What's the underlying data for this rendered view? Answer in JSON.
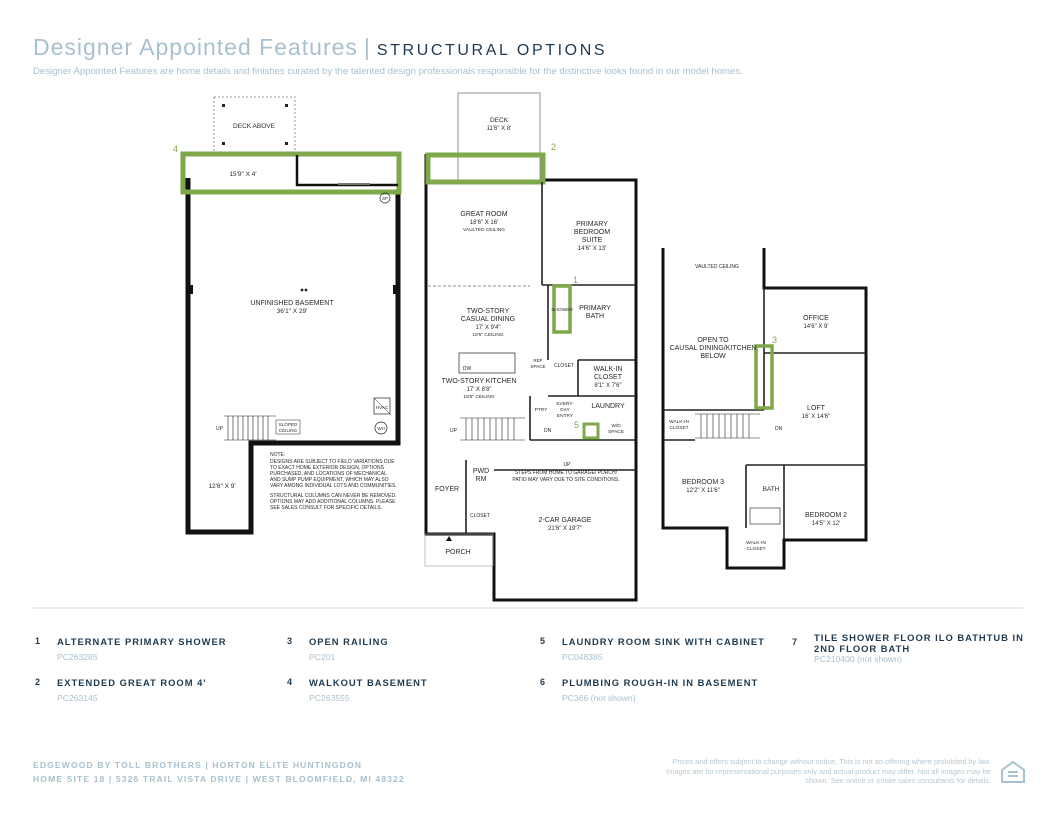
{
  "header": {
    "title": "Designer Appointed Features",
    "divider": "|",
    "section": "STRUCTURAL OPTIONS",
    "subtitle": "Designer Appointed Features are home details and finishes curated by the talented design professionals responsible for the distinctive looks found in our model homes."
  },
  "plan": {
    "basement": {
      "deck_above": "DECK ABOVE",
      "walkout_dim": "15'9\" X 4'",
      "sp": "SP",
      "room": "UNFINISHED BASEMENT",
      "room_dim": "36'1\" X 29'",
      "hvac": "HVAC",
      "wh": "WH",
      "up": "UP",
      "sloped_1": "SLOPED",
      "sloped_2": "CEILING",
      "alcove_dim": "12'6\" X 9'",
      "note": [
        "NOTE:",
        "DESIGNS ARE SUBJECT TO FIELD VARIATIONS DUE",
        "TO EXACT HOME EXTERIOR DESIGN, OPTIONS",
        "PURCHASED, AND LOCATIONS OF MECHANICAL",
        "AND SUMP PUMP EQUIPMENT, WHICH MAY ALSO",
        "VARY AMONG INDIVIDUAL LOTS AND COMMUNITIES.",
        "",
        "STRUCTURAL COLUMNS CAN NEVER BE REMOVED.",
        "OPTIONS MAY ADD ADDITIONAL COLUMNS. PLEASE",
        "SEE SALES CONSULT FOR SPECIFIC DETAILS."
      ]
    },
    "first_floor": {
      "deck": "DECK",
      "deck_dim": "11'6\" X 8'",
      "great_room": "GREAT ROOM",
      "great_room_dim": "18'6\" X 16'",
      "great_room_note": "VAULTED CEILING",
      "primary_1": "PRIMARY",
      "primary_2": "BEDROOM",
      "primary_3": "SUITE",
      "primary_dim": "14'6\" X 13'",
      "casual_1": "TWO-STORY",
      "casual_2": "CASUAL DINING",
      "casual_dim": "17' X 9'4\"",
      "casual_note": "18'5\" CEILING",
      "dw": "DW",
      "kitchen": "TWO-STORY KITCHEN",
      "kitchen_dim": "17' X 8'8\"",
      "kitchen_note": "18'5\" CEILING",
      "shower": "SHOWER",
      "primary_bath_1": "PRIMARY",
      "primary_bath_2": "BATH",
      "ref_1": "REF",
      "ref_2": "SPACE",
      "closet": "CLOSET",
      "walkin_1": "WALK-IN",
      "walkin_2": "CLOSET",
      "walkin_dim": "8'1\" X 7'6\"",
      "ptry": "PTRY",
      "everyday_1": "EVERY-",
      "everyday_2": "DAY",
      "everyday_3": "ENTRY",
      "laundry": "LAUNDRY",
      "wd_1": "W/D",
      "wd_2": "SPACE",
      "up": "UP",
      "dn": "DN",
      "up2": "UP",
      "pwd_1": "PWD",
      "pwd_2": "RM",
      "foyer": "FOYER",
      "closet2": "CLOSET",
      "steps_1": "STEPS FROM HOME TO GARAGE/ PORCH/",
      "steps_2": "PATIO MAY VARY DUE TO SITE CONDITIONS.",
      "garage": "2-CAR GARAGE",
      "garage_dim": "21'6\" X 19'7\"",
      "porch": "PORCH"
    },
    "second_floor": {
      "vaulted": "VAULTED CEILING",
      "office": "OFFICE",
      "office_dim": "14'6\" X 9'",
      "open_1": "OPEN TO",
      "open_2": "CAUSAL DINING/KITCHEN",
      "open_3": "BELOW",
      "loft": "LOFT",
      "loft_dim": "16' X 14'6\"",
      "walkin_1": "WALK-IN",
      "walkin_2": "CLOSET",
      "dn": "DN",
      "bed3": "BEDROOM 3",
      "bed3_dim": "12'2\" X 11'6\"",
      "bath": "BATH",
      "bed2": "BEDROOM 2",
      "bed2_dim": "14'5\" X 12'",
      "walkin2_1": "WALK-IN",
      "walkin2_2": "CLOSET"
    },
    "callouts": [
      "1",
      "2",
      "3",
      "4",
      "5"
    ],
    "highlight_color": "#7fa84a"
  },
  "options": [
    {
      "num": "1",
      "title": "ALTERNATE PRIMARY SHOWER",
      "code": "PC263285"
    },
    {
      "num": "2",
      "title": "EXTENDED GREAT ROOM 4'",
      "code": "PC263145"
    },
    {
      "num": "3",
      "title": "OPEN RAILING",
      "code": "PC201"
    },
    {
      "num": "4",
      "title": "WALKOUT BASEMENT",
      "code": "PC263555"
    },
    {
      "num": "5",
      "title": "LAUNDRY ROOM SINK WITH CABINET",
      "code": "PC048385"
    },
    {
      "num": "6",
      "title": "PLUMBING ROUGH-IN IN BASEMENT",
      "code": "PC366 (not shown)"
    },
    {
      "num": "7",
      "title": "TILE SHOWER FLOOR ILO BATHTUB IN 2ND FLOOR BATH",
      "code": "PC210400 (not shown)"
    }
  ],
  "footer": {
    "line1": "EDGEWOOD BY TOLL BROTHERS  |  HORTON ELITE HUNTINGDON",
    "line2": "HOME SITE 18  |  5326 TRAIL VISTA DRIVE  |  WEST BLOOMFIELD, MI 48322",
    "disclaimer": "Prices and offers subject to change without notice. This is not an offering where prohibited by law. Images are for representational purposes only and actual product may differ. Not all images may be shown.  See online or onsite sales consultants for details.",
    "logo_icon": "equal-housing-opportunity-icon"
  },
  "colors": {
    "navy": "#1f3a50",
    "light_blue": "#a9c0cf",
    "green": "#7fa84a"
  }
}
